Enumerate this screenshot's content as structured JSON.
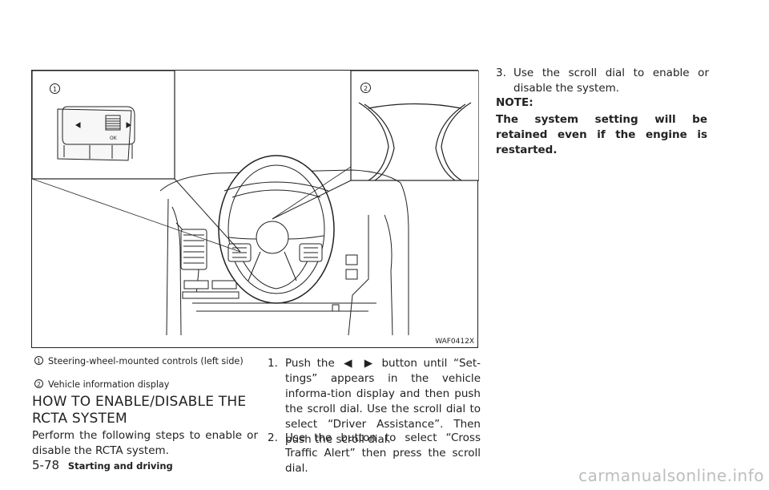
{
  "figure": {
    "code": "WAF0412X",
    "callout_1": "1",
    "callout_2": "2",
    "ok_label": "OK"
  },
  "captions": [
    {
      "num": "1",
      "text": "Steering-wheel-mounted controls (left side)"
    },
    {
      "num": "2",
      "text": "Vehicle information display"
    }
  ],
  "section_title": "HOW TO ENABLE/DISABLE THE RCTA SYSTEM",
  "intro": "Perform the following steps to enable or disable the RCTA system.",
  "steps": [
    {
      "n": "1.",
      "before": "Push the",
      "left_icon": "◀",
      "right_icon": "▶",
      "after": "button until “Set-tings” appears in the vehicle informa-tion display and then push the scroll dial. Use the scroll dial to select “Driver Assistance”. Then push the scroll dial."
    },
    {
      "n": "2.",
      "text": "Use the button to select “Cross Traffic Alert” then press the scroll dial."
    },
    {
      "n": "3.",
      "text": "Use the scroll dial to enable or disable the system."
    }
  ],
  "note": {
    "heading": "NOTE:",
    "body": "The system setting will be retained even if the engine is restarted."
  },
  "footer": {
    "page": "5-78",
    "section": "Starting and driving"
  },
  "watermark": "carmanualsonline.info",
  "icons": [
    "left-arrow-icon",
    "right-arrow-icon",
    "callout-1-icon",
    "callout-2-icon"
  ]
}
